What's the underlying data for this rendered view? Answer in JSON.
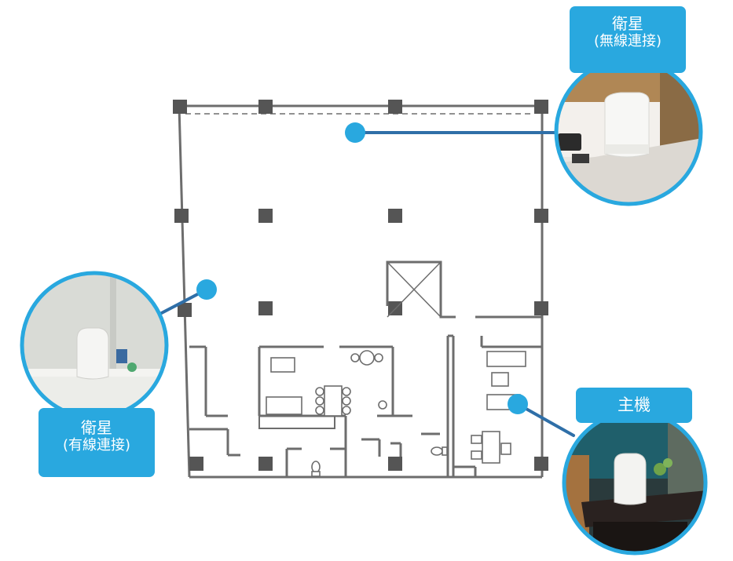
{
  "colors": {
    "wall": "#6d6d6d",
    "column": "#555555",
    "accent": "#29a8df",
    "connector": "#2f6fa8"
  },
  "satellite_wireless": {
    "title": "衛星",
    "subtitle": "(無線連接)"
  },
  "satellite_wired": {
    "title": "衛星",
    "subtitle": "(有線連接)"
  },
  "main_router": {
    "title": "主機"
  }
}
